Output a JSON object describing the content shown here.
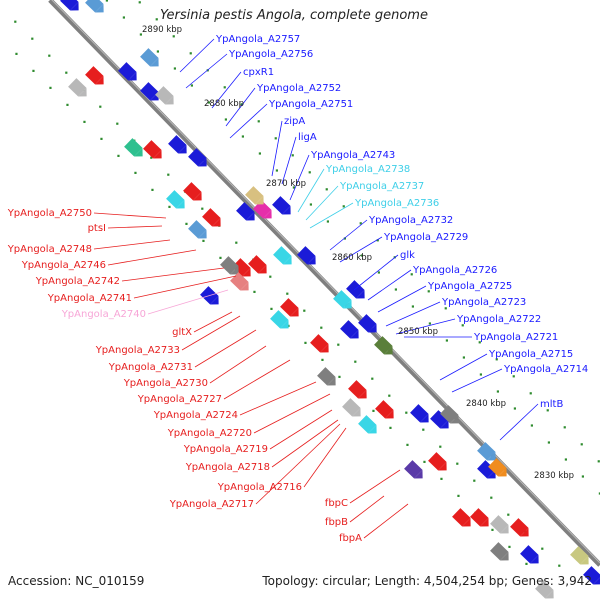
{
  "title": "Yersinia pestis Angola, complete genome",
  "footer": {
    "accession": "Accession: NC_010159",
    "topology": "Topology: circular; Length: 4,504,254 bp; Genes: 3,942"
  },
  "colors": {
    "forward_label": "#1a1aff",
    "reverse_label": "#e61e1e",
    "cyan_label": "#3ecfe8",
    "pink_label": "#f7a6d7",
    "axis": "#7f7f7f",
    "tick": "#2e8b2e"
  },
  "scale_marks": [
    "2890 kbp",
    "2880 kbp",
    "2870 kbp",
    "2860 kbp",
    "2850 kbp",
    "2840 kbp",
    "2830 kbp"
  ],
  "right_labels": [
    {
      "text": "YpAngola_A2757",
      "color": "blue"
    },
    {
      "text": "YpAngola_A2756",
      "color": "blue"
    },
    {
      "text": "cpxR1",
      "color": "blue"
    },
    {
      "text": "YpAngola_A2752",
      "color": "blue"
    },
    {
      "text": "YpAngola_A2751",
      "color": "blue"
    },
    {
      "text": "zipA",
      "color": "blue"
    },
    {
      "text": "ligA",
      "color": "blue"
    },
    {
      "text": "YpAngola_A2743",
      "color": "blue"
    },
    {
      "text": "YpAngola_A2738",
      "color": "cyan"
    },
    {
      "text": "YpAngola_A2737",
      "color": "cyan"
    },
    {
      "text": "YpAngola_A2736",
      "color": "cyan"
    },
    {
      "text": "YpAngola_A2732",
      "color": "blue"
    },
    {
      "text": "YpAngola_A2729",
      "color": "blue"
    },
    {
      "text": "glk",
      "color": "blue"
    },
    {
      "text": "YpAngola_A2726",
      "color": "blue"
    },
    {
      "text": "YpAngola_A2725",
      "color": "blue"
    },
    {
      "text": "YpAngola_A2723",
      "color": "blue"
    },
    {
      "text": "YpAngola_A2722",
      "color": "blue"
    },
    {
      "text": "YpAngola_A2721",
      "color": "blue"
    },
    {
      "text": "YpAngola_A2715",
      "color": "blue"
    },
    {
      "text": "YpAngola_A2714",
      "color": "blue"
    },
    {
      "text": "mltB",
      "color": "blue"
    }
  ],
  "left_labels": [
    {
      "text": "YpAngola_A2750",
      "color": "red"
    },
    {
      "text": "ptsI",
      "color": "red"
    },
    {
      "text": "YpAngola_A2748",
      "color": "red"
    },
    {
      "text": "YpAngola_A2746",
      "color": "red"
    },
    {
      "text": "YpAngola_A2742",
      "color": "red"
    },
    {
      "text": "YpAngola_A2741",
      "color": "red"
    },
    {
      "text": "YpAngola_A2740",
      "color": "pink"
    },
    {
      "text": "gltX",
      "color": "red"
    },
    {
      "text": "YpAngola_A2733",
      "color": "red"
    },
    {
      "text": "YpAngola_A2731",
      "color": "red"
    },
    {
      "text": "YpAngola_A2730",
      "color": "red"
    },
    {
      "text": "YpAngola_A2727",
      "color": "red"
    },
    {
      "text": "YpAngola_A2724",
      "color": "red"
    },
    {
      "text": "YpAngola_A2720",
      "color": "red"
    },
    {
      "text": "YpAngola_A2719",
      "color": "red"
    },
    {
      "text": "YpAngola_A2718",
      "color": "red"
    },
    {
      "text": "YpAngola_A2716",
      "color": "red"
    },
    {
      "text": "YpAngola_A2717",
      "color": "red"
    },
    {
      "text": "fbpC",
      "color": "red"
    },
    {
      "text": "fbpB",
      "color": "red"
    },
    {
      "text": "fbpA",
      "color": "red"
    }
  ]
}
